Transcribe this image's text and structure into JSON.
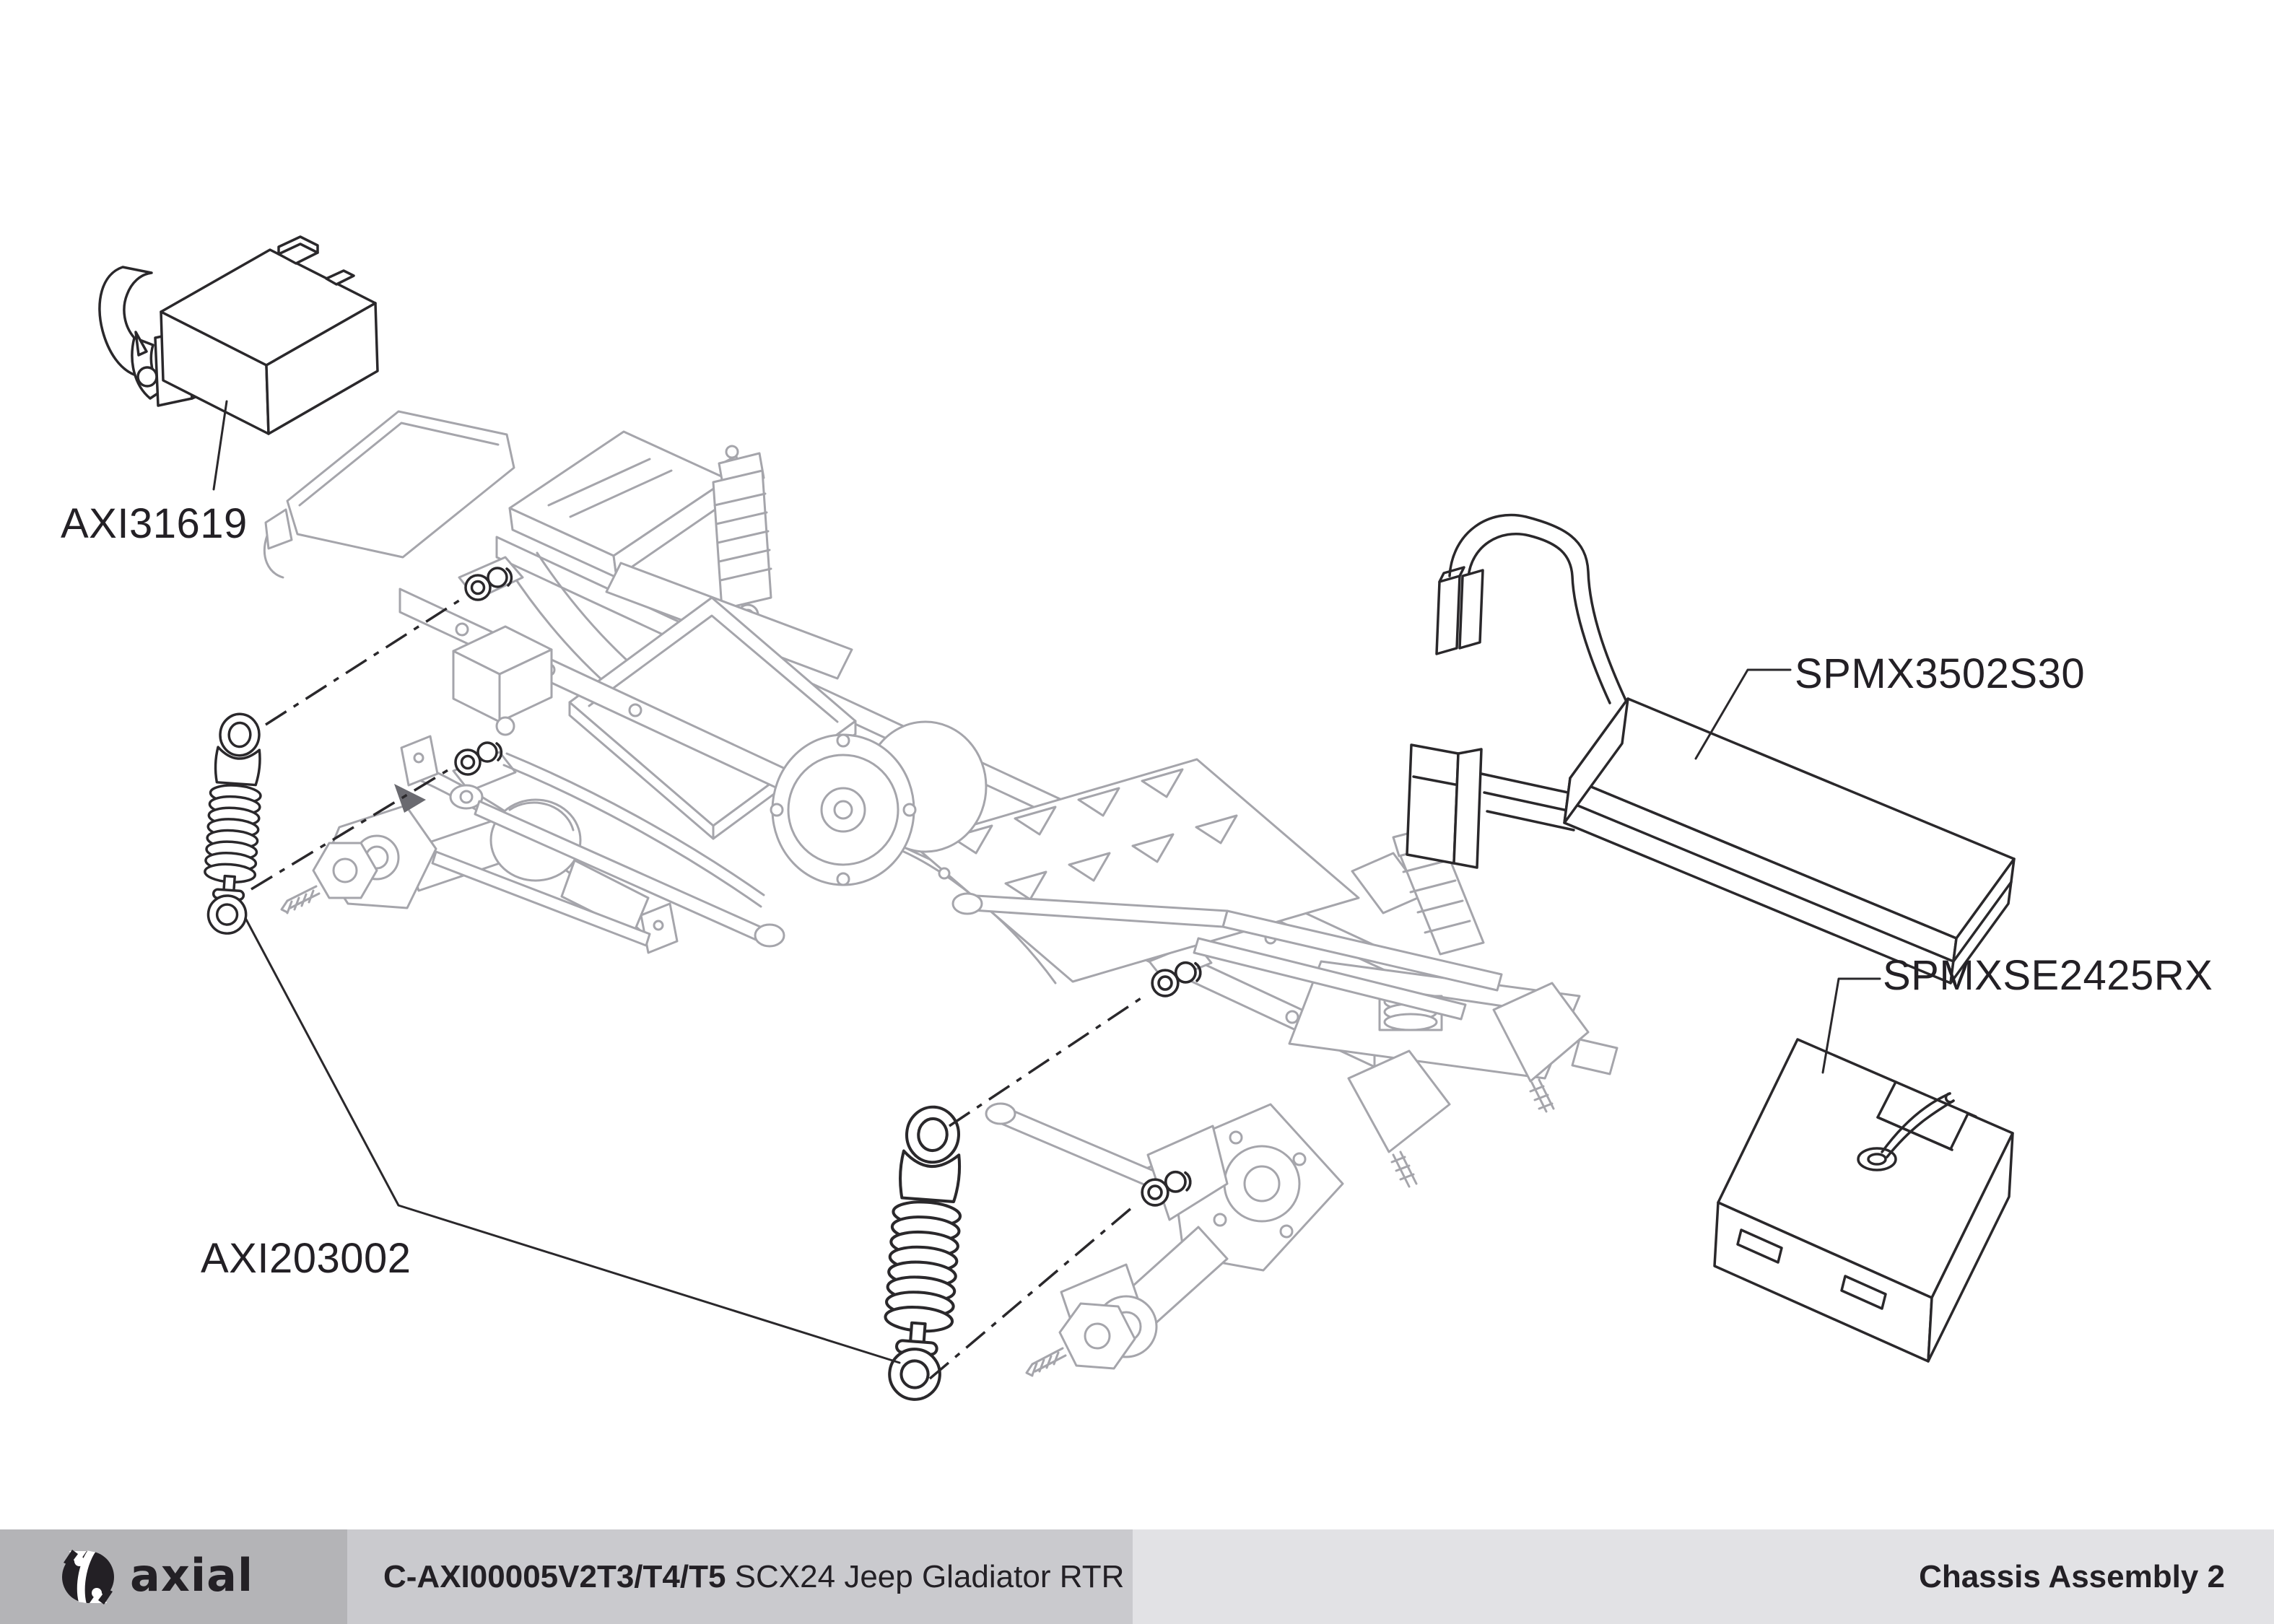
{
  "diagram": {
    "part_labels": {
      "servo": "AXI31619",
      "shocks": "AXI203002",
      "battery": "SPMX3502S30",
      "receiver": "SPMXSE2425RX"
    }
  },
  "footer": {
    "brand": "axial",
    "logo_icon": "axial-claw-mark",
    "doc_code": "C-AXI00005V2T3/T4/T5",
    "doc_title": " SCX24 Jeep Gladiator RTR",
    "page_title": "Chassis Assembly 2"
  },
  "colors": {
    "chassis_line_gray": "#a5a5ab",
    "part_line_black": "#2a282b",
    "label_text": "#232025",
    "footer_left_bg": "#b4b4b7",
    "footer_mid_bg": "#cacace",
    "footer_right_bg": "#e2e2e5",
    "page_bg": "#ffffff"
  }
}
